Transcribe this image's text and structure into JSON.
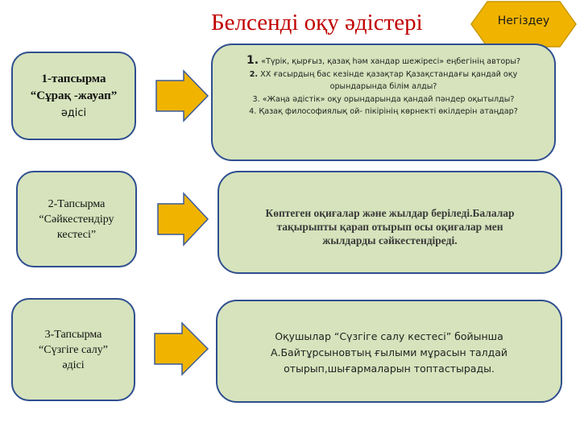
{
  "title": "Белсенді оқу әдістері",
  "nav_button": {
    "label": "Негіздеу",
    "color": "#f0b400"
  },
  "colors": {
    "box_fill": "#d6e3bc",
    "box_border": "#2f4f8f",
    "arrow": "#f0b400",
    "title": "#c00000"
  },
  "tasks": [
    {
      "line1": "1-тапсырма",
      "line2": "“Сұрақ -жауап”",
      "line3": "әдісі"
    },
    {
      "line1": "2-Тапсырма",
      "line2": "“Сәйкестендіру",
      "line3": "кестесі”"
    },
    {
      "line1": "3-Тапсырма",
      "line2": "“Сүзгіге салу”",
      "line3": "әдісі"
    }
  ],
  "questions": [
    {
      "num": "1.",
      "text": "«Түрік, қырғыз, қазақ һәм хандар шежіресі» еңбегінің авторы?"
    },
    {
      "num": "2.",
      "text": "ХХ ғасырдың бас кезінде қазақтар Қазақстандағы қандай оқу"
    },
    {
      "num": "",
      "text": "орындарында білім алды?"
    },
    {
      "num": "3.",
      "text": "«Жаңа әдістік» оқу орындарында қандай пәндер оқытылды?"
    },
    {
      "num": "4.",
      "text": "Қазақ философиялық ой- пікірінің  көрнекті өкілдерін атаңдар?"
    }
  ],
  "desc2": [
    "Көптеген оқиғалар және жылдар  беріледі.Балалар",
    "тақырыпты қарап отырып осы  оқиғалар мен",
    "жылдарды сәйкестендіреді."
  ],
  "desc3": [
    "Оқушылар “Сүзгіге салу кестесі”  бойынша",
    "А.Байтұрсыновтың ғылыми мұрасын талдай",
    "отырып,шығармаларын топтастырады."
  ]
}
